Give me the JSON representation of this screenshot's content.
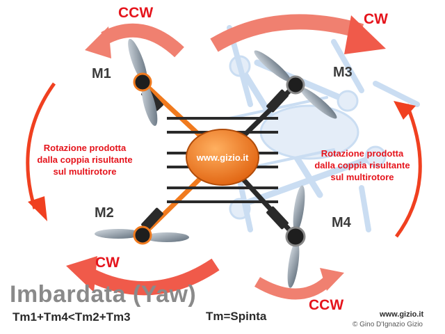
{
  "rotation_labels": {
    "top_left": "CCW",
    "top_right": "CW",
    "bottom_left": "CW",
    "bottom_right": "CCW"
  },
  "motors": {
    "m1": "M1",
    "m2": "M2",
    "m3": "M3",
    "m4": "M4"
  },
  "notes": {
    "left": [
      "Rotazione prodotta",
      "dalla coppia risultante",
      "sul multirotore"
    ],
    "right": [
      "Rotazione prodotta",
      "dalla coppia risultante",
      "sul multirotore"
    ]
  },
  "hub_text": "www.gizio.it",
  "title": "Imbardata (Yaw)",
  "formula": "Tm1+Tm4<Tm2+Tm3",
  "legend": "Tm=Spinta",
  "site": "www.gizio.it",
  "copyright": "© Gino D'Ignazio Gizio",
  "colors": {
    "arrow_red": "#e5141c",
    "arrow_soft": "#f08070",
    "arm_orange": "#f07a1e",
    "ghost_blue": "#9fc3e8",
    "motor_dark": "#2a2a2a"
  }
}
